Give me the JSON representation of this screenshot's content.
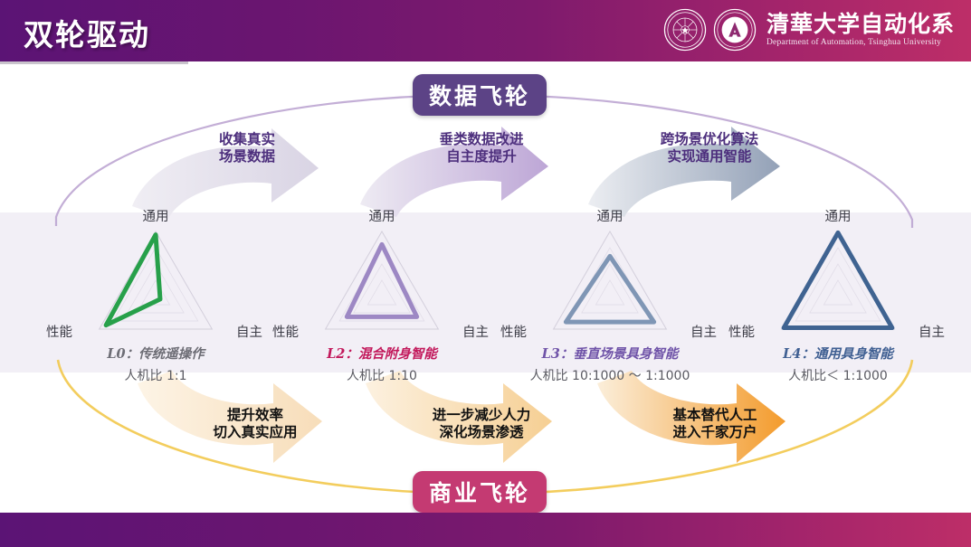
{
  "header": {
    "title": "双轮驱动",
    "logo": {
      "cn": "清華大学自动化系",
      "en": "Department of Automation, Tsinghua University",
      "seal_left_name": "tsinghua-university-seal-icon",
      "seal_right_name": "automation-department-seal-icon"
    },
    "bar_color_start": "#5b1475",
    "bar_color_end": "#bd2e68"
  },
  "flywheels": {
    "top": {
      "label": "数据飞轮",
      "pill_color": "#5c4386",
      "track_color": "#b9a0cf"
    },
    "bottom": {
      "label": "商业飞轮",
      "pill_color": "#c43a72",
      "track_color": "#f2c84b"
    }
  },
  "top_arrows": [
    {
      "caption": "收集真实\n场景数据",
      "color": "#ddd9e6"
    },
    {
      "caption": "垂类数据改进\n自主度提升",
      "color": "#c0a9d8"
    },
    {
      "caption": "跨场景优化算法\n实现通用智能",
      "color": "#9aa7bb"
    }
  ],
  "bottom_arrows": [
    {
      "caption": "提升效率\n切入真实应用",
      "color": "#f7dfc0"
    },
    {
      "caption": "进一步减少人力\n深化场景渗透",
      "color": "#f6d49c"
    },
    {
      "caption": "基本替代人工\n进入千家万户",
      "color": "#f4a340"
    }
  ],
  "radar": {
    "axes": [
      "通用",
      "自主",
      "性能"
    ],
    "axis_top": "通用",
    "axis_right": "自主",
    "axis_left": "性能",
    "rings": 4
  },
  "stages": [
    {
      "level": "L0：传统遥操作",
      "level_color": "#6d6d75",
      "ratio": "人机比 1:1",
      "shape_color": "#27a04a",
      "values": {
        "通用": 0.95,
        "自主": 0.08,
        "性能": 0.88
      }
    },
    {
      "level": "L2：混合附身智能",
      "level_color": "#c2185b",
      "ratio": "人机比 1:10",
      "shape_color": "#9d88c4",
      "values": {
        "通用": 0.8,
        "自主": 0.62,
        "性能": 0.62
      }
    },
    {
      "level": "L3：垂直场景具身智能",
      "level_color": "#6f53a8",
      "ratio": "人机比 10:1000 ～ 1:1000",
      "shape_color": "#7f96b5",
      "values": {
        "通用": 0.62,
        "自主": 0.78,
        "性能": 0.78
      }
    },
    {
      "level": "L4：通用具身智能",
      "level_color": "#3f5f92",
      "ratio": "人机比＜ 1:1000",
      "shape_color": "#3f6391",
      "values": {
        "通用": 0.98,
        "自主": 0.96,
        "性能": 0.96
      }
    }
  ]
}
